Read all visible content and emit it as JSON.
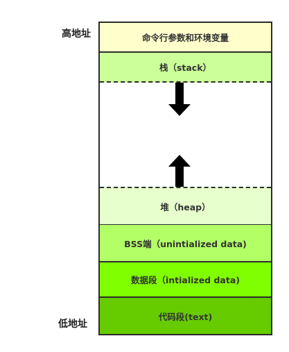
{
  "labels": {
    "high": "高地址",
    "low": "低地址"
  },
  "segments": [
    {
      "id": "env",
      "label": "命令行参数和环境变量",
      "color": "#ffffcc"
    },
    {
      "id": "stack",
      "label": "栈（stack）",
      "color": "#ccff99"
    },
    {
      "id": "heap",
      "label": "堆（heap）",
      "color": "#e6ffcc"
    },
    {
      "id": "bss",
      "label": "BSS端（unintialized data)",
      "color": "#b3ff66"
    },
    {
      "id": "data",
      "label": "数据段（intialized data)",
      "color": "#80ff00"
    },
    {
      "id": "text",
      "label": "代码段(text)",
      "color": "#66cc00"
    }
  ],
  "arrows": {
    "stack_direction": "down",
    "heap_direction": "up"
  }
}
